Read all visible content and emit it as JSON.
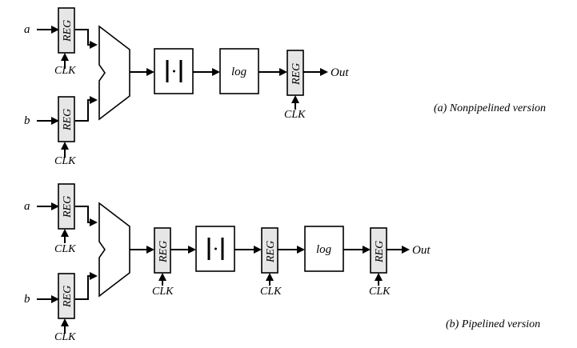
{
  "labels": {
    "input_a": "a",
    "input_b": "b",
    "reg": "REG",
    "clk": "CLK",
    "log": "log",
    "abs": "| · |",
    "out": "Out"
  },
  "captions": {
    "nonpipelined": "(a) Nonpipelined version",
    "pipelined": "(b) Pipelined version"
  }
}
